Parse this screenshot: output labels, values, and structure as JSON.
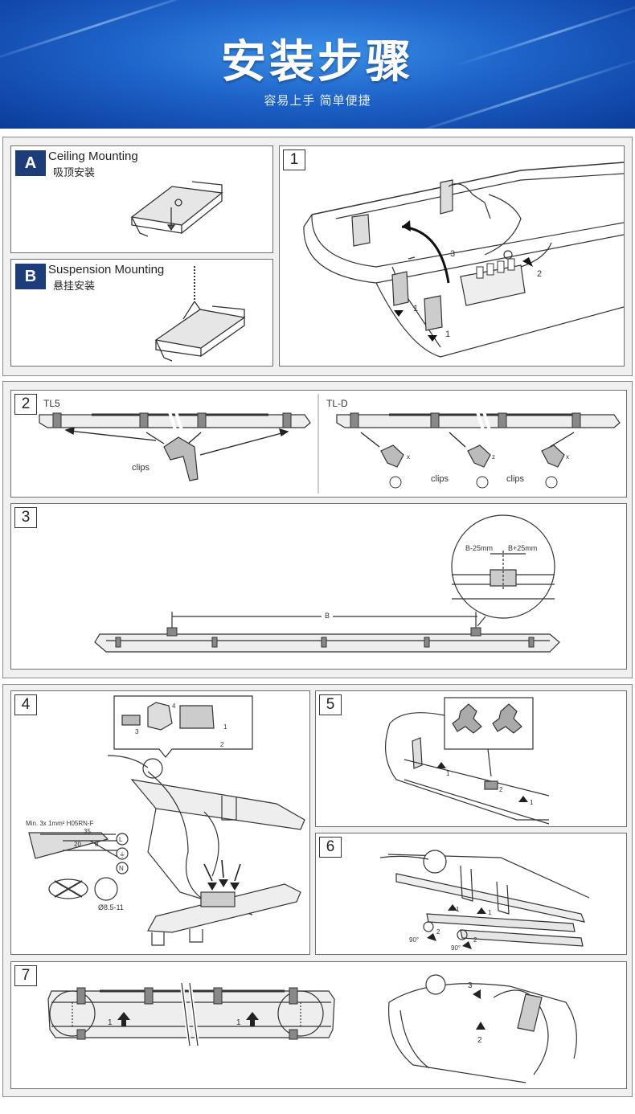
{
  "banner": {
    "title": "安装步骤",
    "subtitle": "容易上手 简单便捷"
  },
  "panels": {
    "a": {
      "badge": "A",
      "title_en": "Ceiling Mounting",
      "title_zh": "吸顶安装"
    },
    "b": {
      "badge": "B",
      "title_en": "Suspension Mounting",
      "title_zh": "悬挂安装"
    },
    "s1": {
      "number": "1",
      "callouts": [
        "3",
        "1",
        "1",
        "2"
      ]
    },
    "s2": {
      "number": "2",
      "left_label": "TL5",
      "right_label": "TL-D",
      "clips_label": "clips",
      "axis_x": "x",
      "axis_z": "z"
    },
    "s3": {
      "number": "3",
      "dim_b": "B",
      "dim_minus": "B-25mm",
      "dim_plus": "B+25mm"
    },
    "s4": {
      "number": "4",
      "cable_spec": "Min. 3x 1mm² H05RN-F",
      "dim_35": "35",
      "dim_20": "20",
      "dim_8": "8",
      "gland_range": "Ø8.5-11",
      "callouts": [
        "3",
        "4",
        "1",
        "2"
      ],
      "terminals": [
        "L",
        "⏚",
        "N"
      ]
    },
    "s5": {
      "number": "5",
      "callouts": [
        "1",
        "1",
        "2"
      ]
    },
    "s6": {
      "number": "6",
      "angle": "90°",
      "callouts": [
        "1",
        "1",
        "2",
        "2"
      ]
    },
    "s7": {
      "number": "7",
      "callouts": [
        "1",
        "1",
        "3",
        "2"
      ]
    }
  }
}
